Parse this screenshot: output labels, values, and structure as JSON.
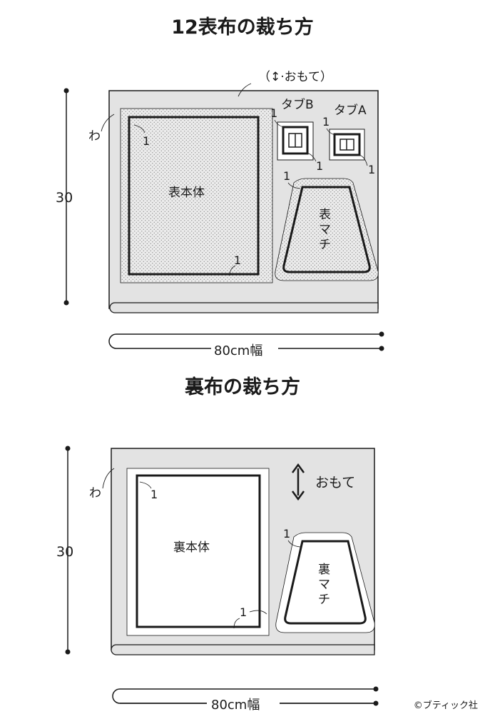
{
  "top": {
    "title": "12表布の裁ち方",
    "grain_label": "（↕·おもて）",
    "fold_label": "わ",
    "height_label": "30",
    "width_label": "80cm幅",
    "main_piece": "表本体",
    "tab_b": "タブB",
    "tab_a": "タブA",
    "gusset": [
      "表",
      "マ",
      "チ"
    ],
    "seam_allowance": "1"
  },
  "bottom": {
    "title": "裏布の裁ち方",
    "grain_label": "おもて",
    "fold_label": "わ",
    "height_label": "30",
    "width_label": "80cm幅",
    "main_piece": "裏本体",
    "gusset": [
      "裏",
      "マ",
      "チ"
    ],
    "seam_allowance": "1"
  },
  "credit": "©ブティック社",
  "colors": {
    "fabric": "#e3e3e3",
    "outline": "#1a1a1a",
    "dots": "#9a9a9a"
  }
}
